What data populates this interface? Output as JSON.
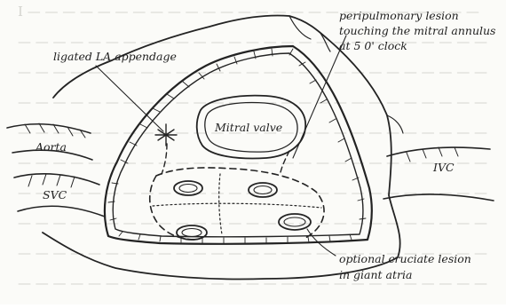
{
  "labels": {
    "ligated_la_appendage": "ligated LA appendage",
    "mitral_valve": "Mitral valve",
    "aorta": "Aorta",
    "svc": "SVC",
    "ivc": "IVC",
    "peri_line1": "peripulmonary lesion",
    "peri_line2": "touching the mitral annulus",
    "peri_line3": "at 5 0' clock",
    "cruciate_line1": "optional cruciate lesion",
    "cruciate_line2": "in giant atria"
  },
  "colors": {
    "ink": "#232323",
    "paper": "#fbfbf8",
    "show_through": "#d4d4cf"
  }
}
